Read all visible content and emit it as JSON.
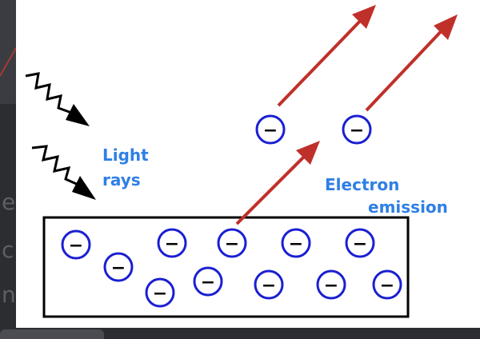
{
  "labels": {
    "light_line1": "Light",
    "light_line2": "rays",
    "electron_line1": "Electron",
    "electron_line2": "emission"
  },
  "electron_symbol": "−",
  "background_fragments": [
    "et",
    "c",
    "n"
  ],
  "colors": {
    "label_blue": "#2f7fe6",
    "electron_ring": "#1a1fd1",
    "arrow_red": "#c0302a",
    "outline": "#000000"
  }
}
